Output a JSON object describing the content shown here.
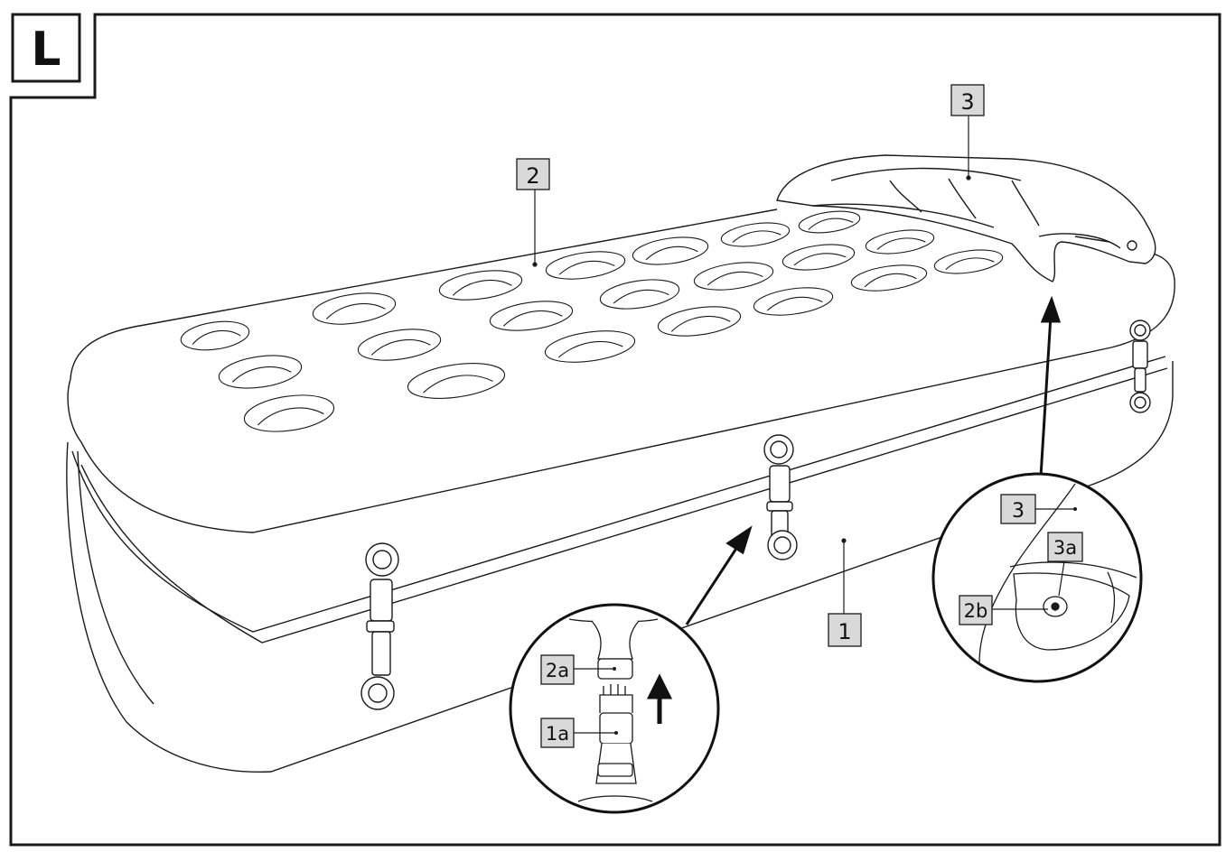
{
  "figure": {
    "panel_letter": "L",
    "callouts": {
      "mattress_lower": "1",
      "mattress_upper": "2",
      "pillow": "3",
      "pillow_detail": "3",
      "pillow_eyelet": "3a",
      "upper_button": "2b",
      "buckle_female": "2a",
      "buckle_male": "1a"
    }
  },
  "colors": {
    "line": "#1a1a1a",
    "label_fill": "#d9d9d9",
    "paper": "#ffffff"
  }
}
